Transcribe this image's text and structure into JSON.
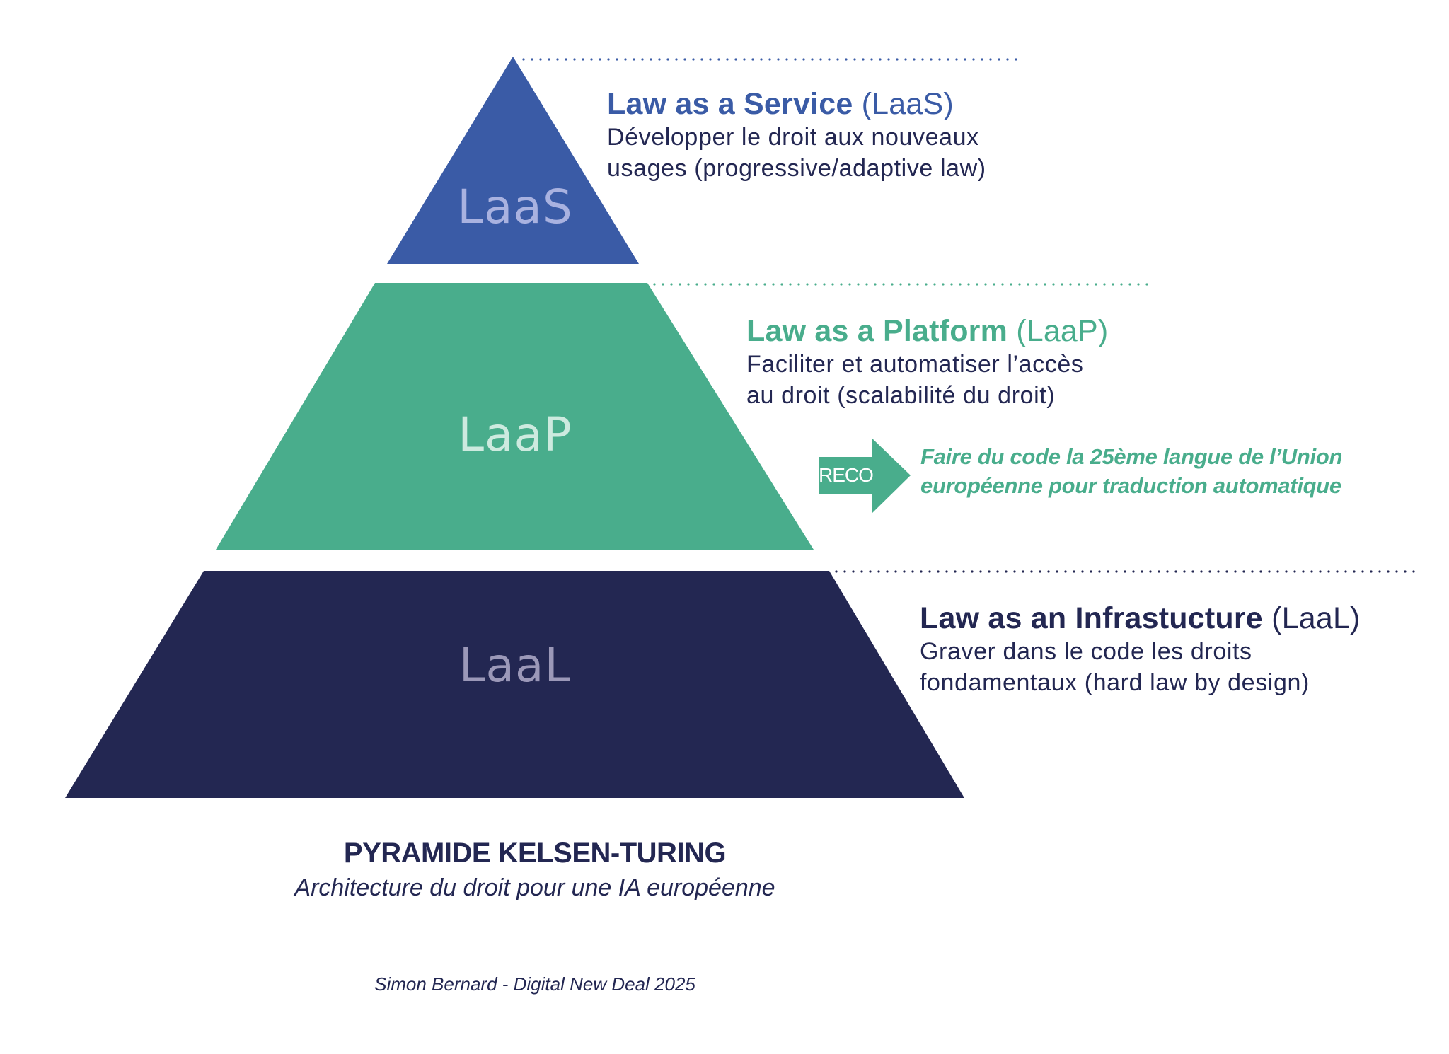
{
  "diagram": {
    "type": "pyramid",
    "title": "PYRAMIDE KELSEN-TURING",
    "subtitle": "Architecture du droit pour une IA européenne",
    "credit": "Simon Bernard - Digital New Deal 2025",
    "tiers": [
      {
        "id": "laas",
        "level": "top",
        "label": "LaaS",
        "heading_bold": "Law as a Service",
        "heading_abbr": "(LaaS)",
        "description_lines": [
          "Développer le droit aux nouveaux",
          "usages (progressive/adaptive law)"
        ],
        "fill_color": "#3a5ba6",
        "label_color": "#a9b2e0",
        "heading_color": "#3a5ba6",
        "guide_color": "#3a5ba6"
      },
      {
        "id": "laap",
        "level": "middle",
        "label": "LaaP",
        "heading_bold": "Law as a Platform",
        "heading_abbr": "(LaaP)",
        "description_lines": [
          "Faciliter et automatiser l’accès",
          "au droit (scalabilité du droit)"
        ],
        "fill_color": "#49ad8c",
        "label_color": "#cdeadf",
        "heading_color": "#49ad8c",
        "guide_color": "#49ad8c"
      },
      {
        "id": "laal",
        "level": "bottom",
        "label": "LaaL",
        "heading_bold": "Law as an Infrastucture",
        "heading_abbr": "(LaaL)",
        "description_lines": [
          "Graver dans le code les droits",
          "fondamentaux (hard law by design)"
        ],
        "fill_color": "#232752",
        "label_color": "#9b98b8",
        "heading_color": "#232752",
        "guide_color": "#232752"
      }
    ],
    "recommendation": {
      "badge_label": "RECO",
      "lines": [
        "Faire du code la 25ème langue de l’Union",
        "européenne pour traduction automatique"
      ],
      "color": "#49ad8c"
    },
    "text_color": "#232752",
    "background_color": "#ffffff"
  }
}
